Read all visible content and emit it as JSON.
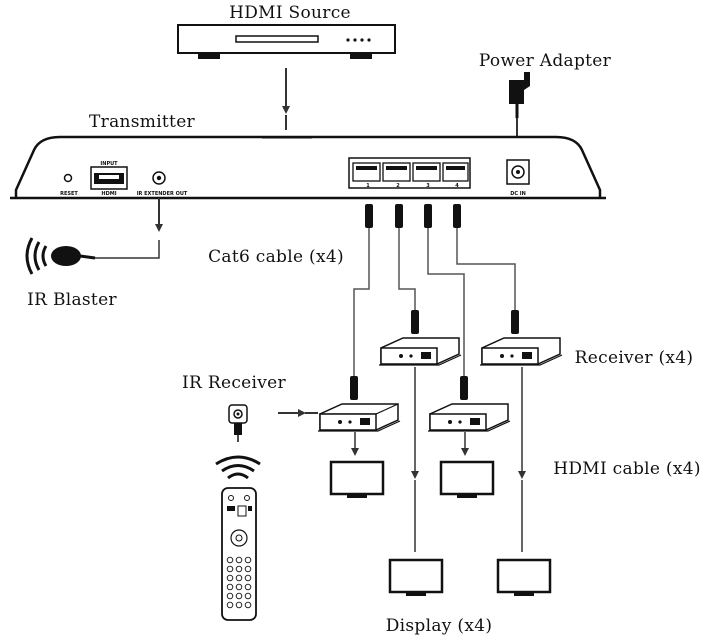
{
  "labels": {
    "hdmi_source": "HDMI  Source",
    "power_adapter": "Power  Adapter",
    "transmitter": "Transmitter",
    "cat6_cable": "Cat6  cable  (x4)",
    "ir_blaster": "IR  Blaster",
    "receiver": "Receiver  (x4)",
    "ir_receiver": "IR Receiver",
    "hdmi_cable": "HDMI  cable  (x4)",
    "display": "Display  (x4)"
  },
  "panel": {
    "reset": "RESET",
    "hdmi": "HDMI",
    "input": "INPUT",
    "ir_extender_out": "IR EXTENDER OUT",
    "dc_in": "DC IN",
    "port_1": "1",
    "port_2": "2",
    "port_3": "3",
    "port_4": "4"
  }
}
